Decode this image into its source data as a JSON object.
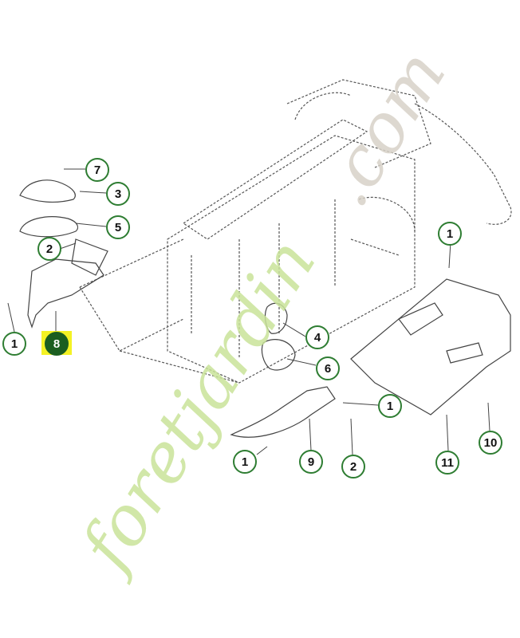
{
  "diagram": {
    "callouts": [
      {
        "id": "c7",
        "label": "7"
      },
      {
        "id": "c3",
        "label": "3"
      },
      {
        "id": "c5",
        "label": "5"
      },
      {
        "id": "c2a",
        "label": "2"
      },
      {
        "id": "c1a",
        "label": "1"
      },
      {
        "id": "c8",
        "label": "8"
      },
      {
        "id": "c4",
        "label": "4"
      },
      {
        "id": "c6",
        "label": "6"
      },
      {
        "id": "c1b",
        "label": "1"
      },
      {
        "id": "c1c",
        "label": "1"
      },
      {
        "id": "c9",
        "label": "9"
      },
      {
        "id": "c2b",
        "label": "2"
      },
      {
        "id": "c1d",
        "label": "1"
      },
      {
        "id": "c11",
        "label": "11"
      },
      {
        "id": "c10",
        "label": "10"
      }
    ],
    "highlighted_part": "8"
  },
  "watermark": {
    "brand_main": "foretjardin",
    "brand_suffix": ".com",
    "colors": {
      "green": "#c9e39a",
      "orange": "#f6c98a",
      "gray": "#d8d2c8"
    }
  },
  "colors": {
    "callout_border": "#2e7d32",
    "highlight_fill": "#f4f224",
    "highlight_callout": "#1b5e20",
    "line": "#444444"
  }
}
